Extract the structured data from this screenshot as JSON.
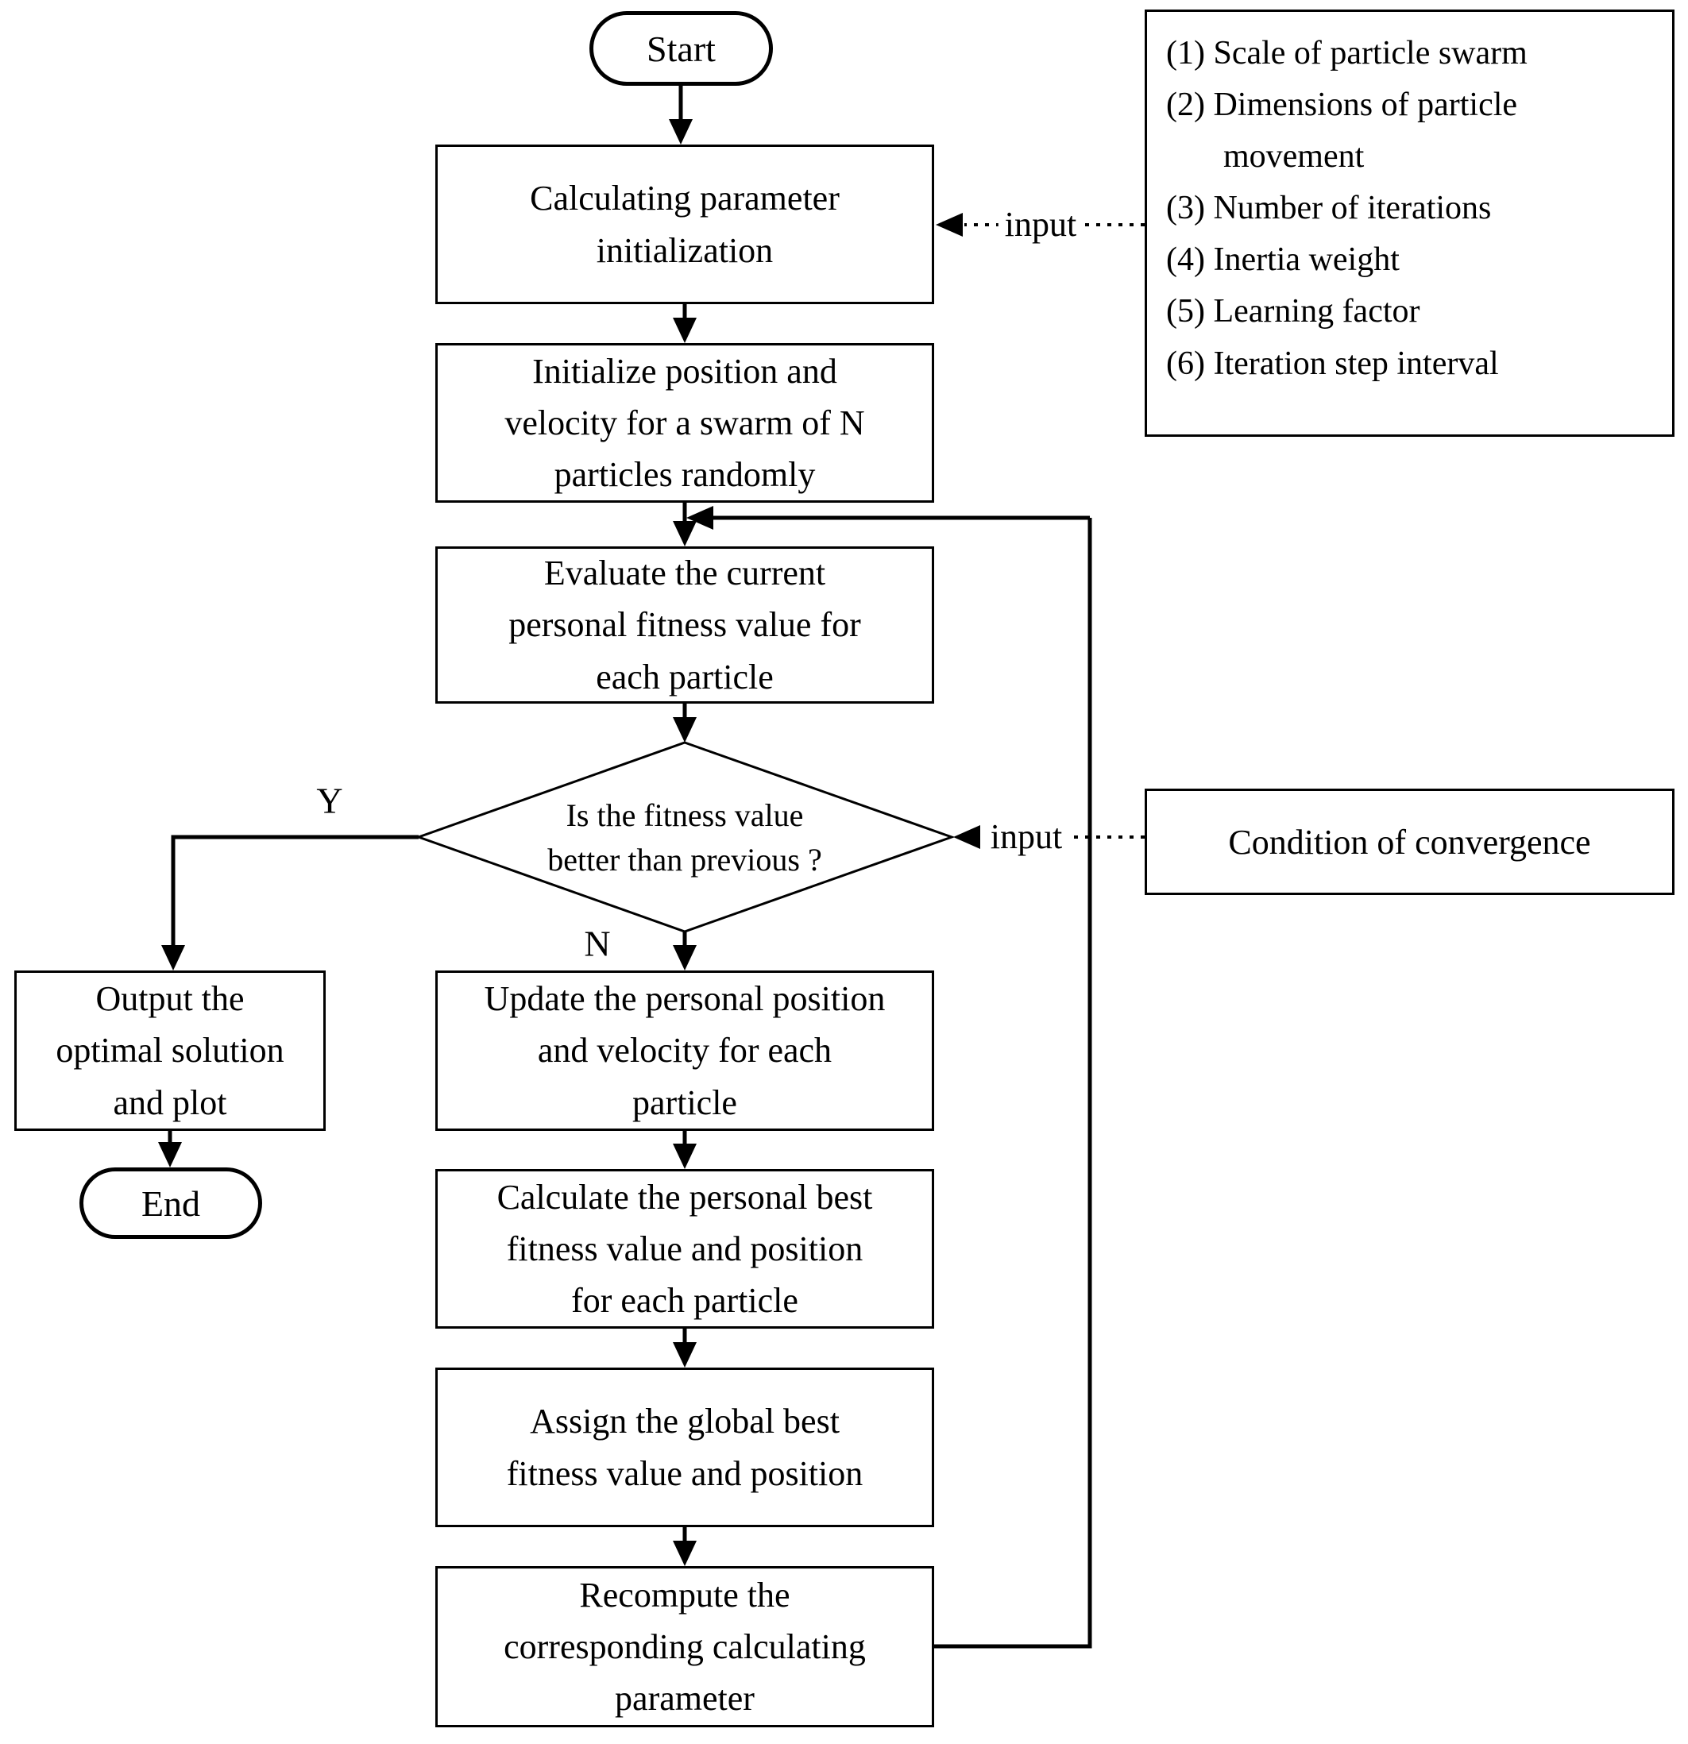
{
  "flowchart": {
    "terminals": {
      "start": "Start",
      "end": "End"
    },
    "process_nodes": {
      "calc_param_init": [
        "Calculating parameter",
        "initialization"
      ],
      "init_swarm": [
        "Initialize position and",
        "velocity for a swarm of N",
        "particles randomly"
      ],
      "evaluate_fitness": [
        "Evaluate the current",
        "personal fitness value for",
        "each particle"
      ],
      "update_particle": [
        "Update the personal position",
        "and velocity for each",
        "particle"
      ],
      "calc_personal_best": [
        "Calculate the personal best",
        "fitness value and position",
        "for each particle"
      ],
      "assign_global_best": [
        "Assign the global best",
        "fitness value and position"
      ],
      "recompute_param": [
        "Recompute the",
        "corresponding calculating",
        "parameter"
      ],
      "output_solution": [
        "Output the",
        "optimal solution",
        "and plot"
      ]
    },
    "decision": {
      "fitness_check": [
        "Is the fitness value",
        "better than previous ?"
      ]
    },
    "branch_labels": {
      "yes": "Y",
      "no": "N"
    },
    "io_labels": {
      "input_top": "input",
      "input_mid": "input"
    },
    "side_panels": {
      "parameter_list": {
        "items": [
          "(1) Scale of particle swarm",
          "(2) Dimensions of particle movement",
          "(3) Number of iterations",
          "(4) Inertia weight",
          "(5) Learning factor",
          "(6) Iteration step interval"
        ]
      },
      "convergence": "Condition of convergence"
    },
    "colors": {
      "stroke": "#000000",
      "fill": "#ffffff",
      "text": "#000000"
    }
  }
}
